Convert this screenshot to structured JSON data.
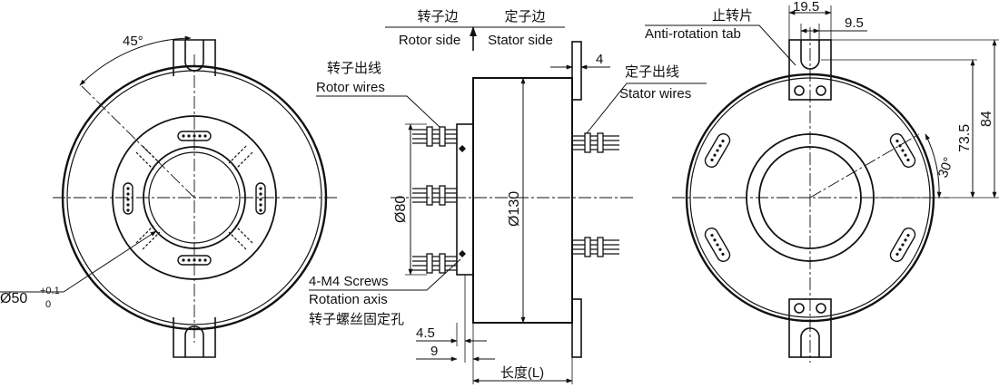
{
  "dims": {
    "angle_45": "45°",
    "bore": "Ø50",
    "bore_tol_upper": "+0.1",
    "bore_tol_lower": "0",
    "screws_en": "4-M4 Screws",
    "rotation_en": "Rotation axis",
    "screws_zh": "转子螺丝固定孔",
    "rotor_side_zh": "转子边",
    "stator_side_zh": "定子边",
    "rotor_side_en": "Rotor side",
    "stator_side_en": "Stator side",
    "rotor_wires_zh": "转子出线",
    "rotor_wires_en": "Rotor wires",
    "stator_wires_zh": "定子出线",
    "stator_wires_en": "Stator wires",
    "flange_thk": "4",
    "dia_80": "Ø80",
    "dia_130": "Ø130",
    "d_4_5": "4.5",
    "d_9": "9",
    "length_zh": "长度(L)",
    "tab_zh": "止转片",
    "tab_en": "Anti-rotation tab",
    "tab_width": "19.5",
    "tab_slot": "9.5",
    "height_84": "84",
    "height_73_5": "73.5",
    "angle_30": "30°"
  }
}
